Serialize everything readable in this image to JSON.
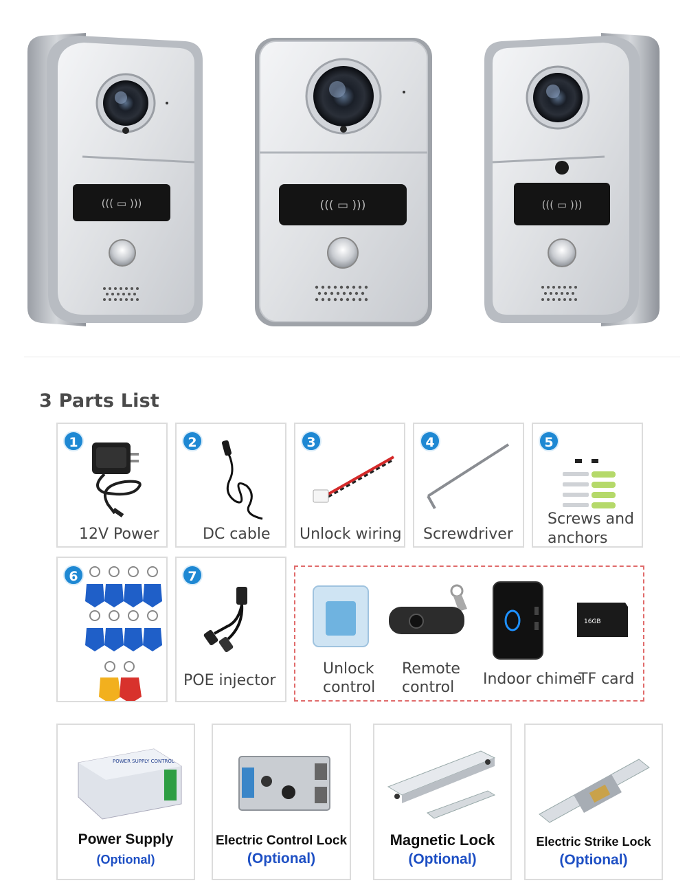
{
  "parts_list": {
    "title": "3 Parts List",
    "items": [
      {
        "num": "1",
        "label": "12V Power"
      },
      {
        "num": "2",
        "label": "DC cable"
      },
      {
        "num": "3",
        "label": "Unlock wiring"
      },
      {
        "num": "4",
        "label": "Screwdriver"
      },
      {
        "num": "5",
        "label_line1": "Screws and",
        "label_line2": "anchors"
      },
      {
        "num": "6"
      },
      {
        "num": "7",
        "label": "POE injector"
      }
    ],
    "optional_items": [
      {
        "line1": "Unlock",
        "line2": "control"
      },
      {
        "line1": "Remote",
        "line2": "control"
      },
      {
        "label": "Indoor chime"
      },
      {
        "label": "TF card"
      }
    ]
  },
  "locks": [
    {
      "name": "Power Supply",
      "optional": "(Optional)"
    },
    {
      "name": "Electric Control Lock",
      "optional": "(Optional)"
    },
    {
      "name": "Magnetic Lock",
      "optional": "(Optional)"
    },
    {
      "name": "Electric Strike Lock",
      "optional": "(Optional)"
    }
  ],
  "product_marks": {
    "card_text": "CARD",
    "power_supply_header": "POWER SUPPLY CONTROL",
    "tf_card_capacity": "16GB"
  },
  "colors": {
    "badge_blue": "#1e88d3",
    "optional_blue": "#1d4fc4",
    "dashed_red": "#e06a6a",
    "keyfob_blue": "#1f5fc8",
    "keyfob_yellow": "#f2b01e",
    "keyfob_red": "#d8322c"
  }
}
